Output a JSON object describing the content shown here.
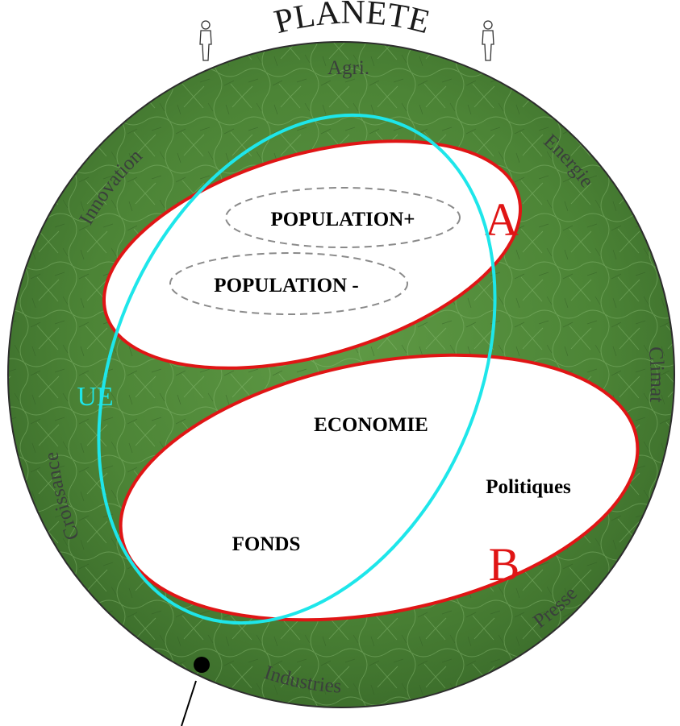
{
  "planet": {
    "title": "PLANETE",
    "surface_color": "#4f8a3a",
    "sectors": {
      "agri": "Agri.",
      "energie": "Energie",
      "climat": "Climat",
      "presse": "Presse",
      "industries": "Industries",
      "croissance": "Croissance",
      "innovation": "Innovation"
    }
  },
  "ellipse_a": {
    "label": "A",
    "stroke_color": "#e01515",
    "groups": {
      "population_plus": "POPULATION+",
      "population_minus": "POPULATION -"
    }
  },
  "ellipse_b": {
    "label": "B",
    "stroke_color": "#e01515",
    "topics": {
      "economie": "ECONOMIE",
      "politiques": "Politiques",
      "fonds": "FONDS"
    }
  },
  "ue": {
    "label": "UE",
    "stroke_color": "#1ee6ea"
  },
  "icons": {
    "person_left": "person-icon",
    "person_right": "person-icon",
    "pointer": "location-pin-icon"
  }
}
